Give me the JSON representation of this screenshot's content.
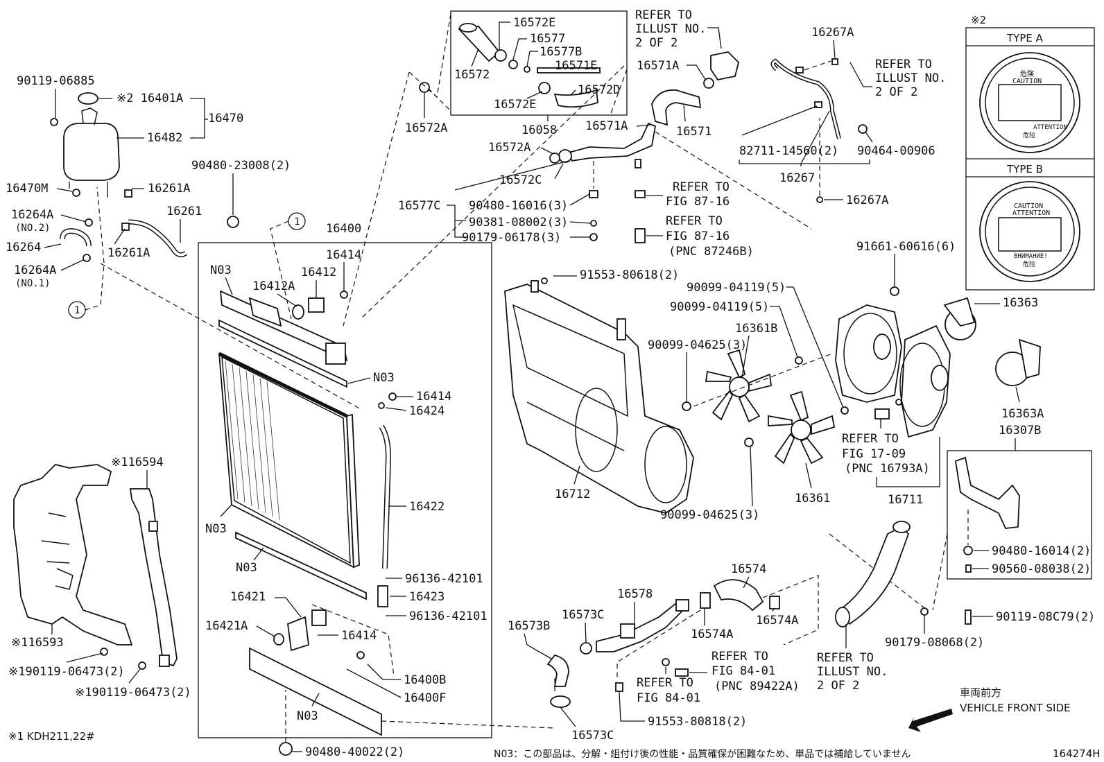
{
  "type_boxes": {
    "note_mark": "※2",
    "type_a": "TYPE A",
    "type_b": "TYPE B",
    "cap_a_text": [
      "危険",
      "CAUTION",
      "ATTENTION",
      "危险"
    ],
    "cap_b_text": [
      "CAUTION",
      "ATTENTION",
      "ВНИМАНИЕ!",
      "危险"
    ]
  },
  "labels": {
    "l_90119_06885": "90119-06885",
    "l_16401a": "※2 16401A",
    "l_16470": "16470",
    "l_16482": "16482",
    "l_16470m": "16470M",
    "l_16261a_1": "16261A",
    "l_16261a_2": "16261A",
    "l_16261": "16261",
    "l_16264a_no2": "16264A",
    "l_no2": "(NO.2)",
    "l_16264": "16264",
    "l_16264a_no1": "16264A",
    "l_no1": "(NO.1)",
    "l_circle1a": "1",
    "l_circle1b": "1",
    "l_90480_23008": "90480-23008(2)",
    "l_16400": "16400",
    "l_16414_a": "16414",
    "l_16412": "16412",
    "l_16412a": "16412A",
    "l_n03_a": "N03",
    "l_n03_b": "N03",
    "l_n03_c": "N03",
    "l_n03_d": "N03",
    "l_n03_e": "N03",
    "l_16414_b": "16414",
    "l_16424": "16424",
    "l_16422": "16422",
    "l_96136_a": "96136-42101",
    "l_16423": "16423",
    "l_96136_b": "96136-42101",
    "l_16421": "16421",
    "l_16421a": "16421A",
    "l_16414_c": "16414",
    "l_16400b": "16400B",
    "l_16400f": "16400F",
    "l_90480_40022": "90480-40022(2)",
    "l_16594": "※116594",
    "l_16593": "※116593",
    "l_90119_06473_a": "※190119-06473(2)",
    "l_90119_06473_b": "※190119-06473(2)",
    "l_kdh": "※1 KDH211,22#",
    "l_16572e_a": "16572E",
    "l_16577": "16577",
    "l_16577b": "16577B",
    "l_16571e": "16571E",
    "l_16572": "16572",
    "l_16572e_b": "16572E",
    "l_16572d": "16572D",
    "l_16572a_a": "16572A",
    "l_16058": "16058",
    "l_16572a_b": "16572A",
    "l_16572c": "16572C",
    "l_16577c": "16577C",
    "l_90480_16016": "90480-16016(3)",
    "l_90381_08002": "90381-08002(3)",
    "l_90179_06178": "90179-06178(3)",
    "l_refer_illust_1a": "REFER TO",
    "l_refer_illust_1b": "ILLUST NO.",
    "l_refer_illust_1c": "2 OF 2",
    "l_16571a_a": "16571A",
    "l_16571a_b": "16571A",
    "l_16571": "16571",
    "l_ref_87_16a_1": "REFER TO",
    "l_ref_87_16a_2": "FIG 87-16",
    "l_ref_87_16b_1": "REFER TO",
    "l_ref_87_16b_2": "FIG 87-16",
    "l_ref_87_16b_3": "(PNC 87246B)",
    "l_16267a_a": "16267A",
    "l_refer_illust_2a": "REFER TO",
    "l_refer_illust_2b": "ILLUST NO.",
    "l_refer_illust_2c": "2 OF 2",
    "l_82711": "82711-14560(2)",
    "l_90464": "90464-00906",
    "l_16267": "16267",
    "l_16267a_b": "16267A",
    "l_91553_80618": "91553-80618(2)",
    "l_91661": "91661-60616(6)",
    "l_90099_04119_a": "90099-04119(5)",
    "l_90099_04119_b": "90099-04119(5)",
    "l_16361b": "16361B",
    "l_90099_04625_a": "90099-04625(3)",
    "l_16363": "16363",
    "l_16363a": "16363A",
    "l_16307b": "16307B",
    "l_ref_17_09_1": "REFER TO",
    "l_ref_17_09_2": "FIG 17-09",
    "l_ref_17_09_3": "(PNC 16793A)",
    "l_16712": "16712",
    "l_16361": "16361",
    "l_16711": "16711",
    "l_90099_04625_b": "90099-04625(3)",
    "l_90480_16014": "90480-16014(2)",
    "l_90560_08038": "90560-08038(2)",
    "l_90119_08c79": "90119-08C79(2)",
    "l_90179_08068": "90179-08068(2)",
    "l_16574": "16574",
    "l_16578": "16578",
    "l_16573c_a": "16573C",
    "l_16573b": "16573B",
    "l_16574a_a": "16574A",
    "l_16574a_b": "16574A",
    "l_ref_84_01a_1": "REFER TO",
    "l_ref_84_01a_2": "FIG 84-01",
    "l_ref_84_01a_3": "(PNC 89422A)",
    "l_ref_84_01b_1": "REFER TO",
    "l_ref_84_01b_2": "FIG 84-01",
    "l_refer_illust_3a": "REFER TO",
    "l_refer_illust_3b": "ILLUST NO.",
    "l_refer_illust_3c": "2 OF 2",
    "l_91553_80818": "91553-80818(2)",
    "l_16573c_b": "16573C",
    "l_front_jp": "車両前方",
    "l_front_en": "VEHICLE FRONT SIDE",
    "l_n03_note": "N03：この部品は、分解・組付け後の性能・品質確保が困難なため、単品では補給していません",
    "l_fig_id": "164274H"
  }
}
